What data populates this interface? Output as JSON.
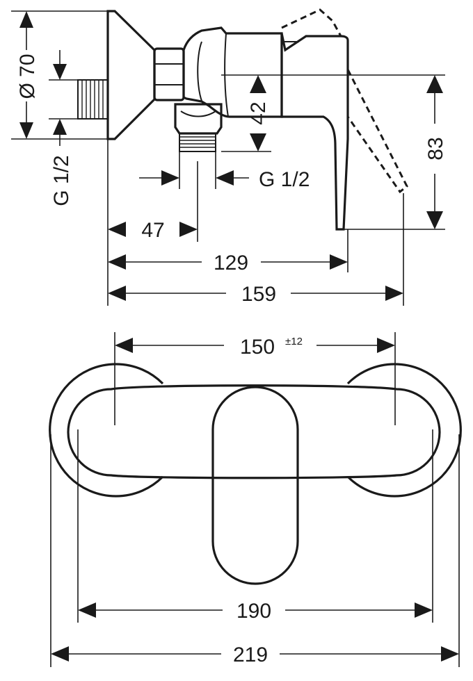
{
  "side_view": {
    "dia_label": "Ø 70",
    "dim_42": "42",
    "dim_83": "83",
    "thread_left": "G 1/2",
    "thread_right": "G 1/2",
    "dim_47": "47",
    "dim_129": "129",
    "dim_159": "159"
  },
  "top_view": {
    "dim_150": "150",
    "dim_150_tol": "±12",
    "dim_190": "190",
    "dim_219": "219"
  }
}
